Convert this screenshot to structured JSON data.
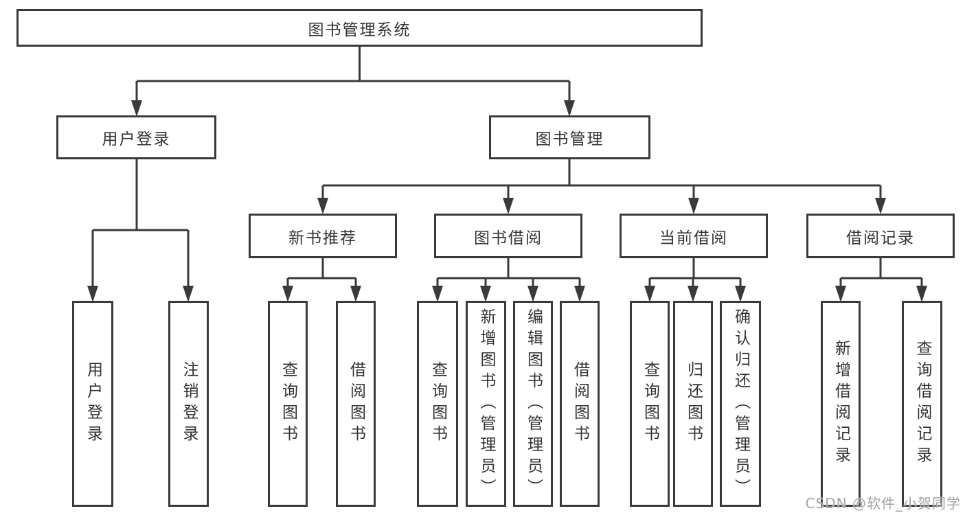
{
  "nodes": {
    "root": "图书管理系统",
    "level2": [
      "用户登录",
      "图书管理"
    ],
    "level3": [
      "新书推荐",
      "图书借阅",
      "当前借阅",
      "借阅记录"
    ],
    "leafGroups": [
      {
        "parent": "用户登录",
        "items": [
          "用户登录",
          "注销登录"
        ]
      },
      {
        "parent": "新书推荐",
        "items": [
          "查询图书",
          "借阅图书"
        ]
      },
      {
        "parent": "图书借阅",
        "items": [
          "查询图书",
          "新增图书（管理员）",
          "编辑图书（管理员）",
          "借阅图书"
        ]
      },
      {
        "parent": "当前借阅",
        "items": [
          "查询图书",
          "归还图书",
          "确认归还（管理员）"
        ]
      },
      {
        "parent": "借阅记录",
        "items": [
          "新增借阅记录",
          "查询借阅记录"
        ]
      }
    ]
  },
  "watermark": {
    "text": "CSDN @软件_小贺同学"
  },
  "colors": {
    "line": "#3a3a3a",
    "text": "#333333",
    "box_background": "#ffffff",
    "watermark": "#a3a3a3"
  }
}
